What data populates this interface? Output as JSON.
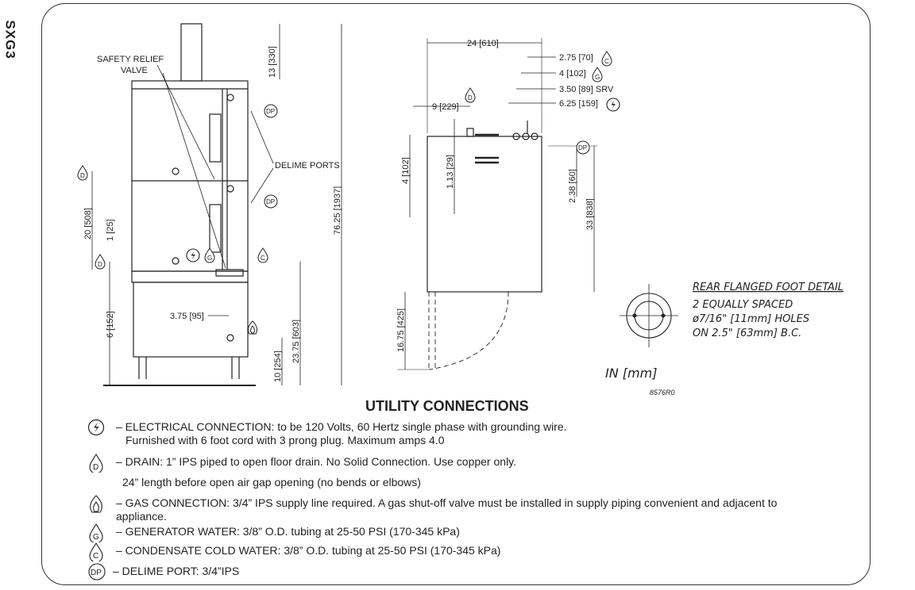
{
  "model_code": "SXG3",
  "diagram": {
    "front_labels": {
      "safety_relief_1": "SAFETY RELIEF",
      "safety_relief_2": "VALVE",
      "delime_ports": "DELIME PORTS"
    },
    "front_dims": {
      "d13": "13 [330]",
      "d76": "76.25 [1937]",
      "d20": "20 [508]",
      "d1": "1 [25]",
      "d6": "6 [152]",
      "d375": "3.75 [95]",
      "d2375": "23.75 [603]",
      "d10": "10 [254]"
    },
    "side_dims": {
      "d24": "24 [610]",
      "d275": "2.75 [70]",
      "d4top": "4 [102]",
      "d350": "3.50 [89] SRV",
      "d625": "6.25 [159]",
      "d9": "9 [229]",
      "d4": "4 [102]",
      "d113": "1.13 [29]",
      "d238": "2.38 [60]",
      "d33": "33 [838]",
      "d1675": "16.75 [425]"
    },
    "foot_detail": {
      "l1": "REAR FLANGED FOOT DETAIL",
      "l2": "2 EQUALLY SPACED",
      "l3": "ø7/16\" [11mm] HOLES",
      "l4": "ON 2.5\" [63mm] B.C."
    },
    "units": "IN [mm]",
    "drawing_no": "8576R0",
    "icon_letters": {
      "d": "D",
      "g": "G",
      "c": "C",
      "dp": "DP"
    }
  },
  "utility": {
    "title": "UTILITY CONNECTIONS",
    "electrical_1": "– ELECTRICAL CONNECTION: to be 120 Volts, 60 Hertz single phase with grounding wire.",
    "electrical_2": "Furnished with 6 foot cord with 3 prong plug. Maximum amps 4.0",
    "drain_1": "– DRAIN: 1” IPS piped to open floor drain.  No Solid Connection. Use copper only.",
    "drain_2": "24” length before open air gap opening (no bends or elbows)",
    "gas": "– GAS CONNECTION: 3/4” IPS supply line required. A gas shut-off valve must be installed in supply piping convenient and adjacent to appliance.",
    "generator": "– GENERATOR WATER: 3/8” O.D. tubing at 25-50 PSI (170-345 kPa)",
    "condensate": "– CONDENSATE COLD WATER: 3/8” O.D. tubing at 25-50 PSI (170-345 kPa)",
    "delime": "– DELIME PORT: 3/4”IPS"
  }
}
